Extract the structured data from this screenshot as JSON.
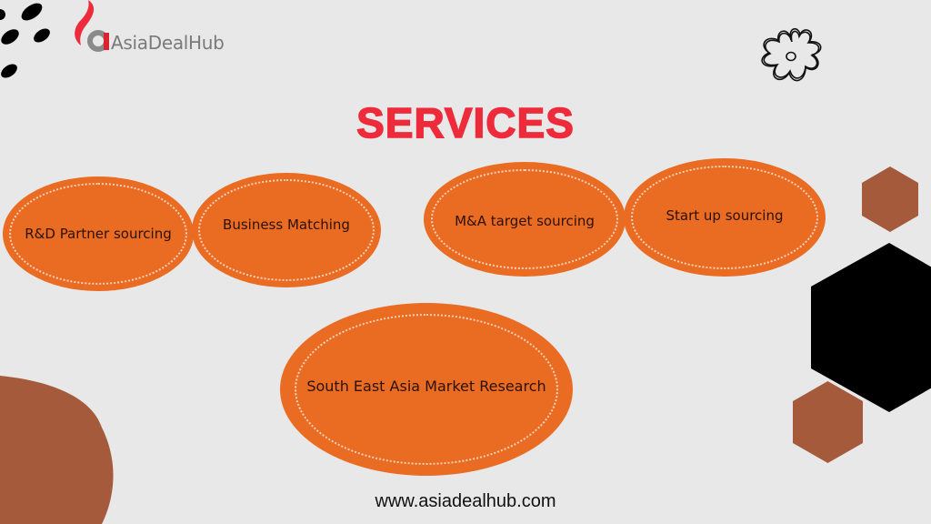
{
  "brand": {
    "name": "AsiaDealHub",
    "logo_icon": "flame-a-logo-icon",
    "colors": {
      "flame": "#ee2b3b",
      "a_mark": "#8a8a8a",
      "text": "#7a7a7a"
    }
  },
  "heading": {
    "title": "SERVICES",
    "color": "#ee2b3b"
  },
  "services": [
    {
      "label": "R&D Partner sourcing"
    },
    {
      "label": "Business Matching"
    },
    {
      "label": "M&A target sourcing"
    },
    {
      "label": "Start up sourcing"
    },
    {
      "label": "South East Asia Market Research"
    }
  ],
  "footer": {
    "url": "www.asiadealhub.com"
  },
  "decorations": {
    "oval_color": "#ea6b22",
    "hexagon_brown": "#a55a3c",
    "hexagon_black": "#000000",
    "blob_color": "#a55a3c",
    "icons": [
      "black-dots-icon",
      "flower-outline-icon",
      "hexagon-icon"
    ]
  }
}
